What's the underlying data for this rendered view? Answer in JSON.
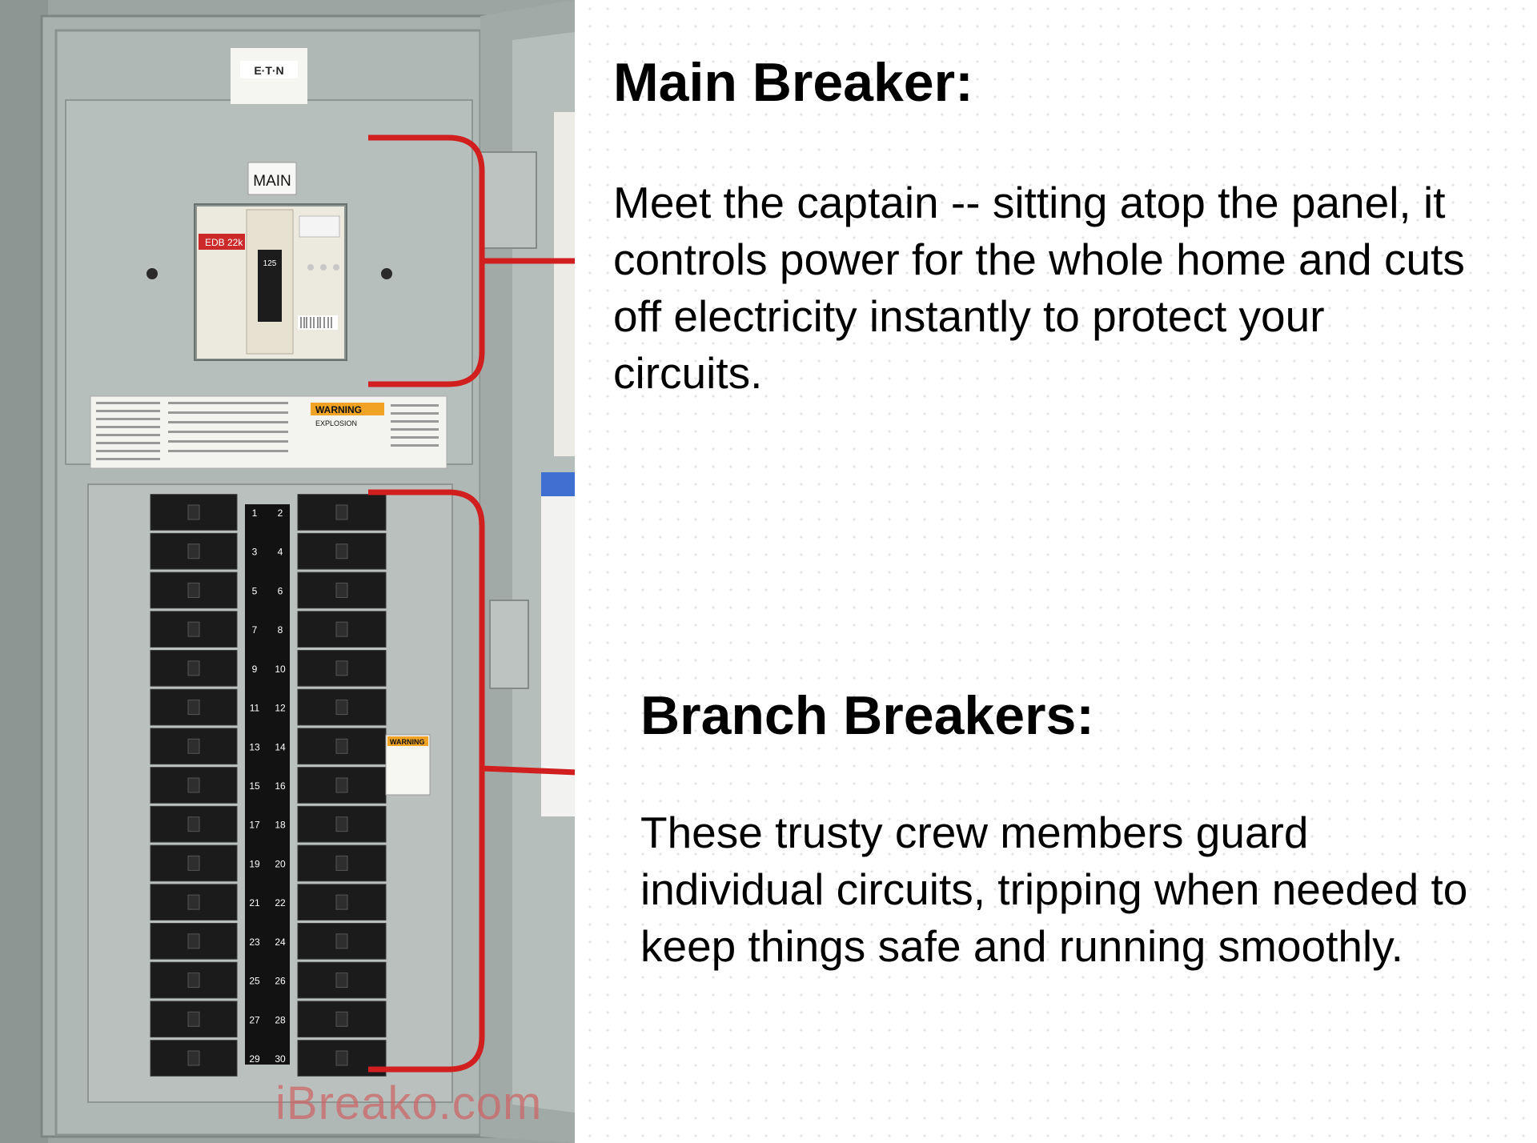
{
  "photo": {
    "main_label": "MAIN",
    "brand": "E·T·N",
    "breaker_rating": "125",
    "breaker_model": "EDB 22k",
    "warning_label_upper": "WARNING",
    "warning_label_lower": "WARNING",
    "explosion_label": "EXPLOSION",
    "circuit_numbers": [
      "1",
      "2",
      "3",
      "4",
      "5",
      "6",
      "7",
      "8",
      "9",
      "10",
      "11",
      "12",
      "13",
      "14",
      "15",
      "16",
      "17",
      "18",
      "19",
      "20",
      "21",
      "22",
      "23",
      "24",
      "25",
      "26",
      "27",
      "28",
      "29",
      "30"
    ],
    "watermark": "iBreako.com"
  },
  "sections": {
    "main": {
      "heading": "Main Breaker:",
      "lines": [
        "Meet the captain -- sitting atop the panel, it",
        "controls power for the whole home and cuts",
        "off electricity instantly to protect your",
        "circuits."
      ]
    },
    "branch": {
      "heading": "Branch Breakers:",
      "lines": [
        "These trusty crew members guard",
        "individual circuits, tripping when needed to",
        "keep things safe and running smoothly."
      ]
    }
  },
  "colors": {
    "bracket": "#d11e1e",
    "panel": "#a4acaa",
    "breaker": "#1b1b1b",
    "heading_text": "#000000"
  }
}
